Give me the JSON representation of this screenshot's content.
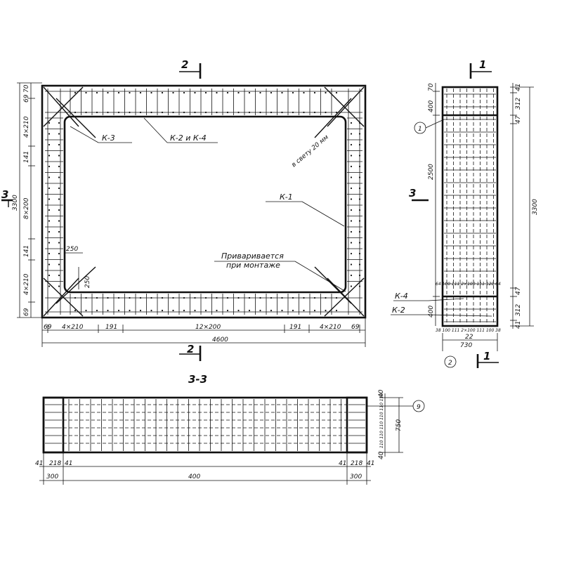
{
  "plan": {
    "section_mark_top": "2",
    "section_mark_bottom": "2",
    "section_mark_left": "3",
    "labels": {
      "k3": "К-3",
      "k2k4": "К-2 и К-4",
      "k1": "К-1",
      "clear": "в свету 20 мм",
      "weld1": "Приваривается",
      "weld2": "при монтаже"
    },
    "dims_bottom": {
      "d69a": "69",
      "d4x210a": "4×210",
      "d191a": "191",
      "d12x200": "12×200",
      "d191b": "191",
      "d4x210b": "4×210",
      "d69b": "69",
      "total": "4600"
    },
    "dims_left": {
      "d70": "70",
      "d69a": "69",
      "d4x210a": "4×210",
      "d141a": "141",
      "d8x200": "8×200",
      "d141b": "141",
      "d4x210b": "4×210",
      "d69b": "69",
      "total": "3300"
    },
    "dims_inner": {
      "d250a": "250",
      "d250b": "250"
    }
  },
  "side": {
    "section_mark_top": "1",
    "section_mark_bottom": "1",
    "section_mark_left": "3",
    "callout_1": "1",
    "callout_2": "2",
    "labels": {
      "k4": "К-4",
      "k2": "К-2"
    },
    "dims_left": {
      "d70": "70",
      "d400a": "400",
      "d2500": "2500",
      "d400b": "400"
    },
    "dims_right": {
      "d41a": "41",
      "d312a": "312",
      "d47a": "47",
      "d3300": "3300",
      "d47b": "47",
      "d312b": "312",
      "d41b": "41"
    },
    "top_row": "64 100 111 2×100 111 120 64",
    "bottom_row": "38 100 111 2×100 111 100 38",
    "d22": "22",
    "d730": "730"
  },
  "section33": {
    "title": "3-3",
    "callout_9": "9",
    "dims_bottom": {
      "d41a": "41",
      "d218a": "218",
      "d41b": "41",
      "d41c": "41",
      "d218b": "218",
      "d41d": "41",
      "d300a": "300",
      "d400": "400",
      "d300b": "300"
    },
    "dims_right": {
      "d40a": "40",
      "rows": "110 110 110 110 110 110",
      "d40b": "40",
      "d750": "750"
    }
  }
}
